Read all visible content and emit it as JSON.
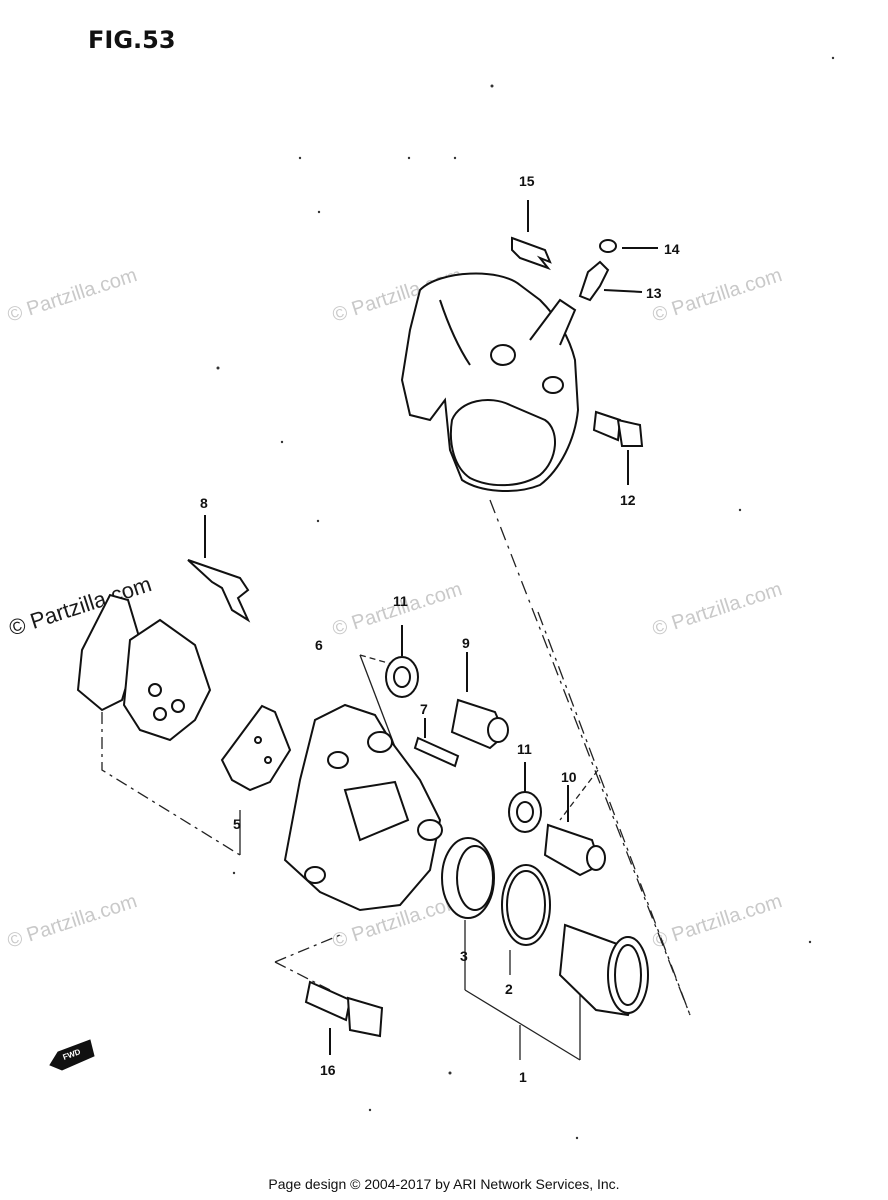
{
  "figure": {
    "title": "FIG.53"
  },
  "callouts": [
    "15",
    "14",
    "13",
    "12",
    "8",
    "11",
    "6",
    "9",
    "7",
    "11",
    "10",
    "5",
    "3",
    "2",
    "16",
    "1"
  ],
  "watermarks": [
    "© Partzilla.com",
    "© Partzilla.com",
    "© Partzilla.com",
    "© Partzilla.com",
    "© Partzilla.com",
    "© Partzilla.com",
    "© Partzilla.com",
    "© Partzilla.com",
    "© Partzilla.com"
  ],
  "front_label": "FWD",
  "footer": {
    "text": "Page design © 2004-2017 by ARI Network Services, Inc."
  }
}
